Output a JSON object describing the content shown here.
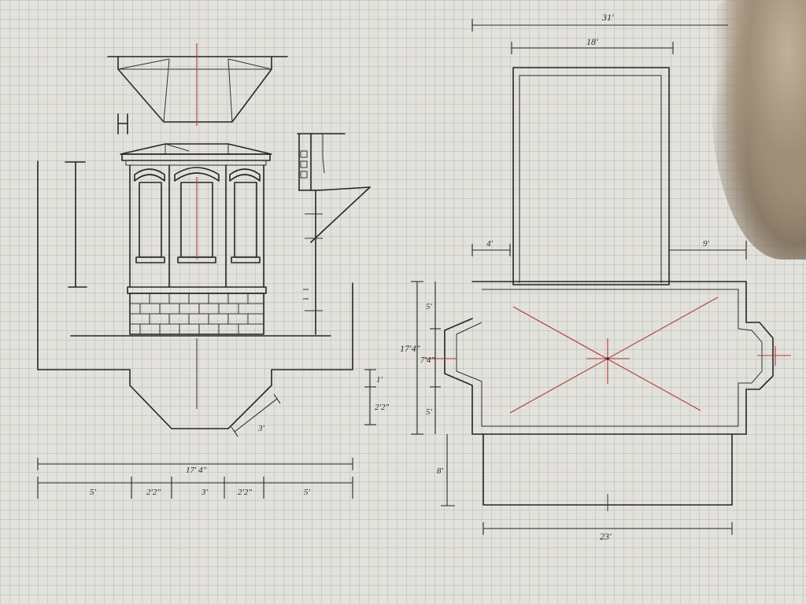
{
  "elevation": {
    "dims": {
      "overall": "17' 4\"",
      "seg1": "5'",
      "seg2": "2'2\"",
      "seg3": "3'",
      "seg4": "2'2\"",
      "seg5": "5'",
      "bay_side": "3'",
      "proj1": "1'",
      "proj2": "2'2\""
    }
  },
  "plan": {
    "dims": {
      "total_width": "31'",
      "wing_width": "18'",
      "left_offset": "4'",
      "right_offset": "9'",
      "depth": "17'4\"",
      "top": "5'",
      "mid": "7'4\"",
      "bottom": "5'",
      "porch_depth": "8'",
      "porch_width": "23'"
    }
  },
  "colors": {
    "ink": "#262626",
    "centerline_red": "#b23a35",
    "graph_paper": "#e3e1db"
  }
}
